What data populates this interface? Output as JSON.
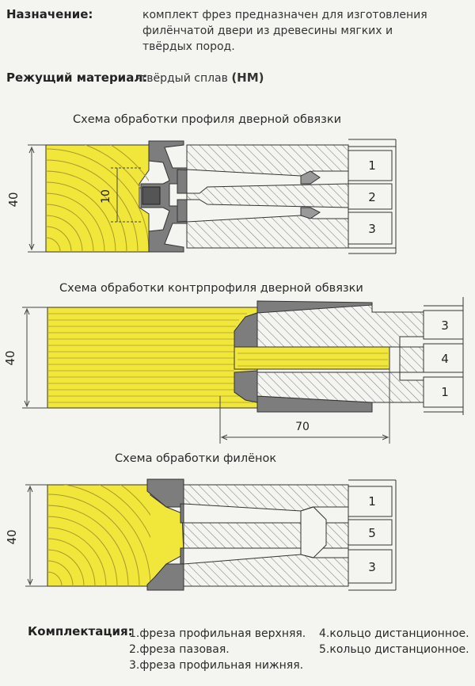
{
  "purpose": {
    "label": "Назначение:",
    "lines": [
      "комплект фрез предназначен для изготовления",
      "филёнчатой двери из древесины мягких и",
      "твёрдых пород."
    ]
  },
  "material": {
    "label": "Режущий материал:",
    "value": "-твёрдый сплав",
    "code": "(НМ)"
  },
  "diagram1": {
    "caption": "Схема обработки профиля дверной обвязки",
    "dim_height": "40",
    "dim_inner": "10",
    "parts": [
      "1",
      "2",
      "3"
    ]
  },
  "diagram2": {
    "caption": "Схема обработки контрпрофиля дверной обвязки",
    "dim_height": "40",
    "dim_length": "70",
    "parts": [
      "3",
      "4",
      "1"
    ]
  },
  "diagram3": {
    "caption": "Схема обработки филёнок",
    "dim_height": "40",
    "parts": [
      "1",
      "5",
      "3"
    ]
  },
  "kit": {
    "label": "Комплектация:",
    "col1": [
      "1.фреза профильная верхняя.",
      "2.фреза пазовая.",
      "3.фреза профильная нижняя."
    ],
    "col2": [
      "4.кольцо дистанционное.",
      "5.кольцо дистанционное."
    ]
  },
  "colors": {
    "wood": "#f1e63a",
    "grain": "#a89a2e",
    "cutter": "#7d7d7d",
    "hatch": "#777777",
    "line": "#333333"
  }
}
